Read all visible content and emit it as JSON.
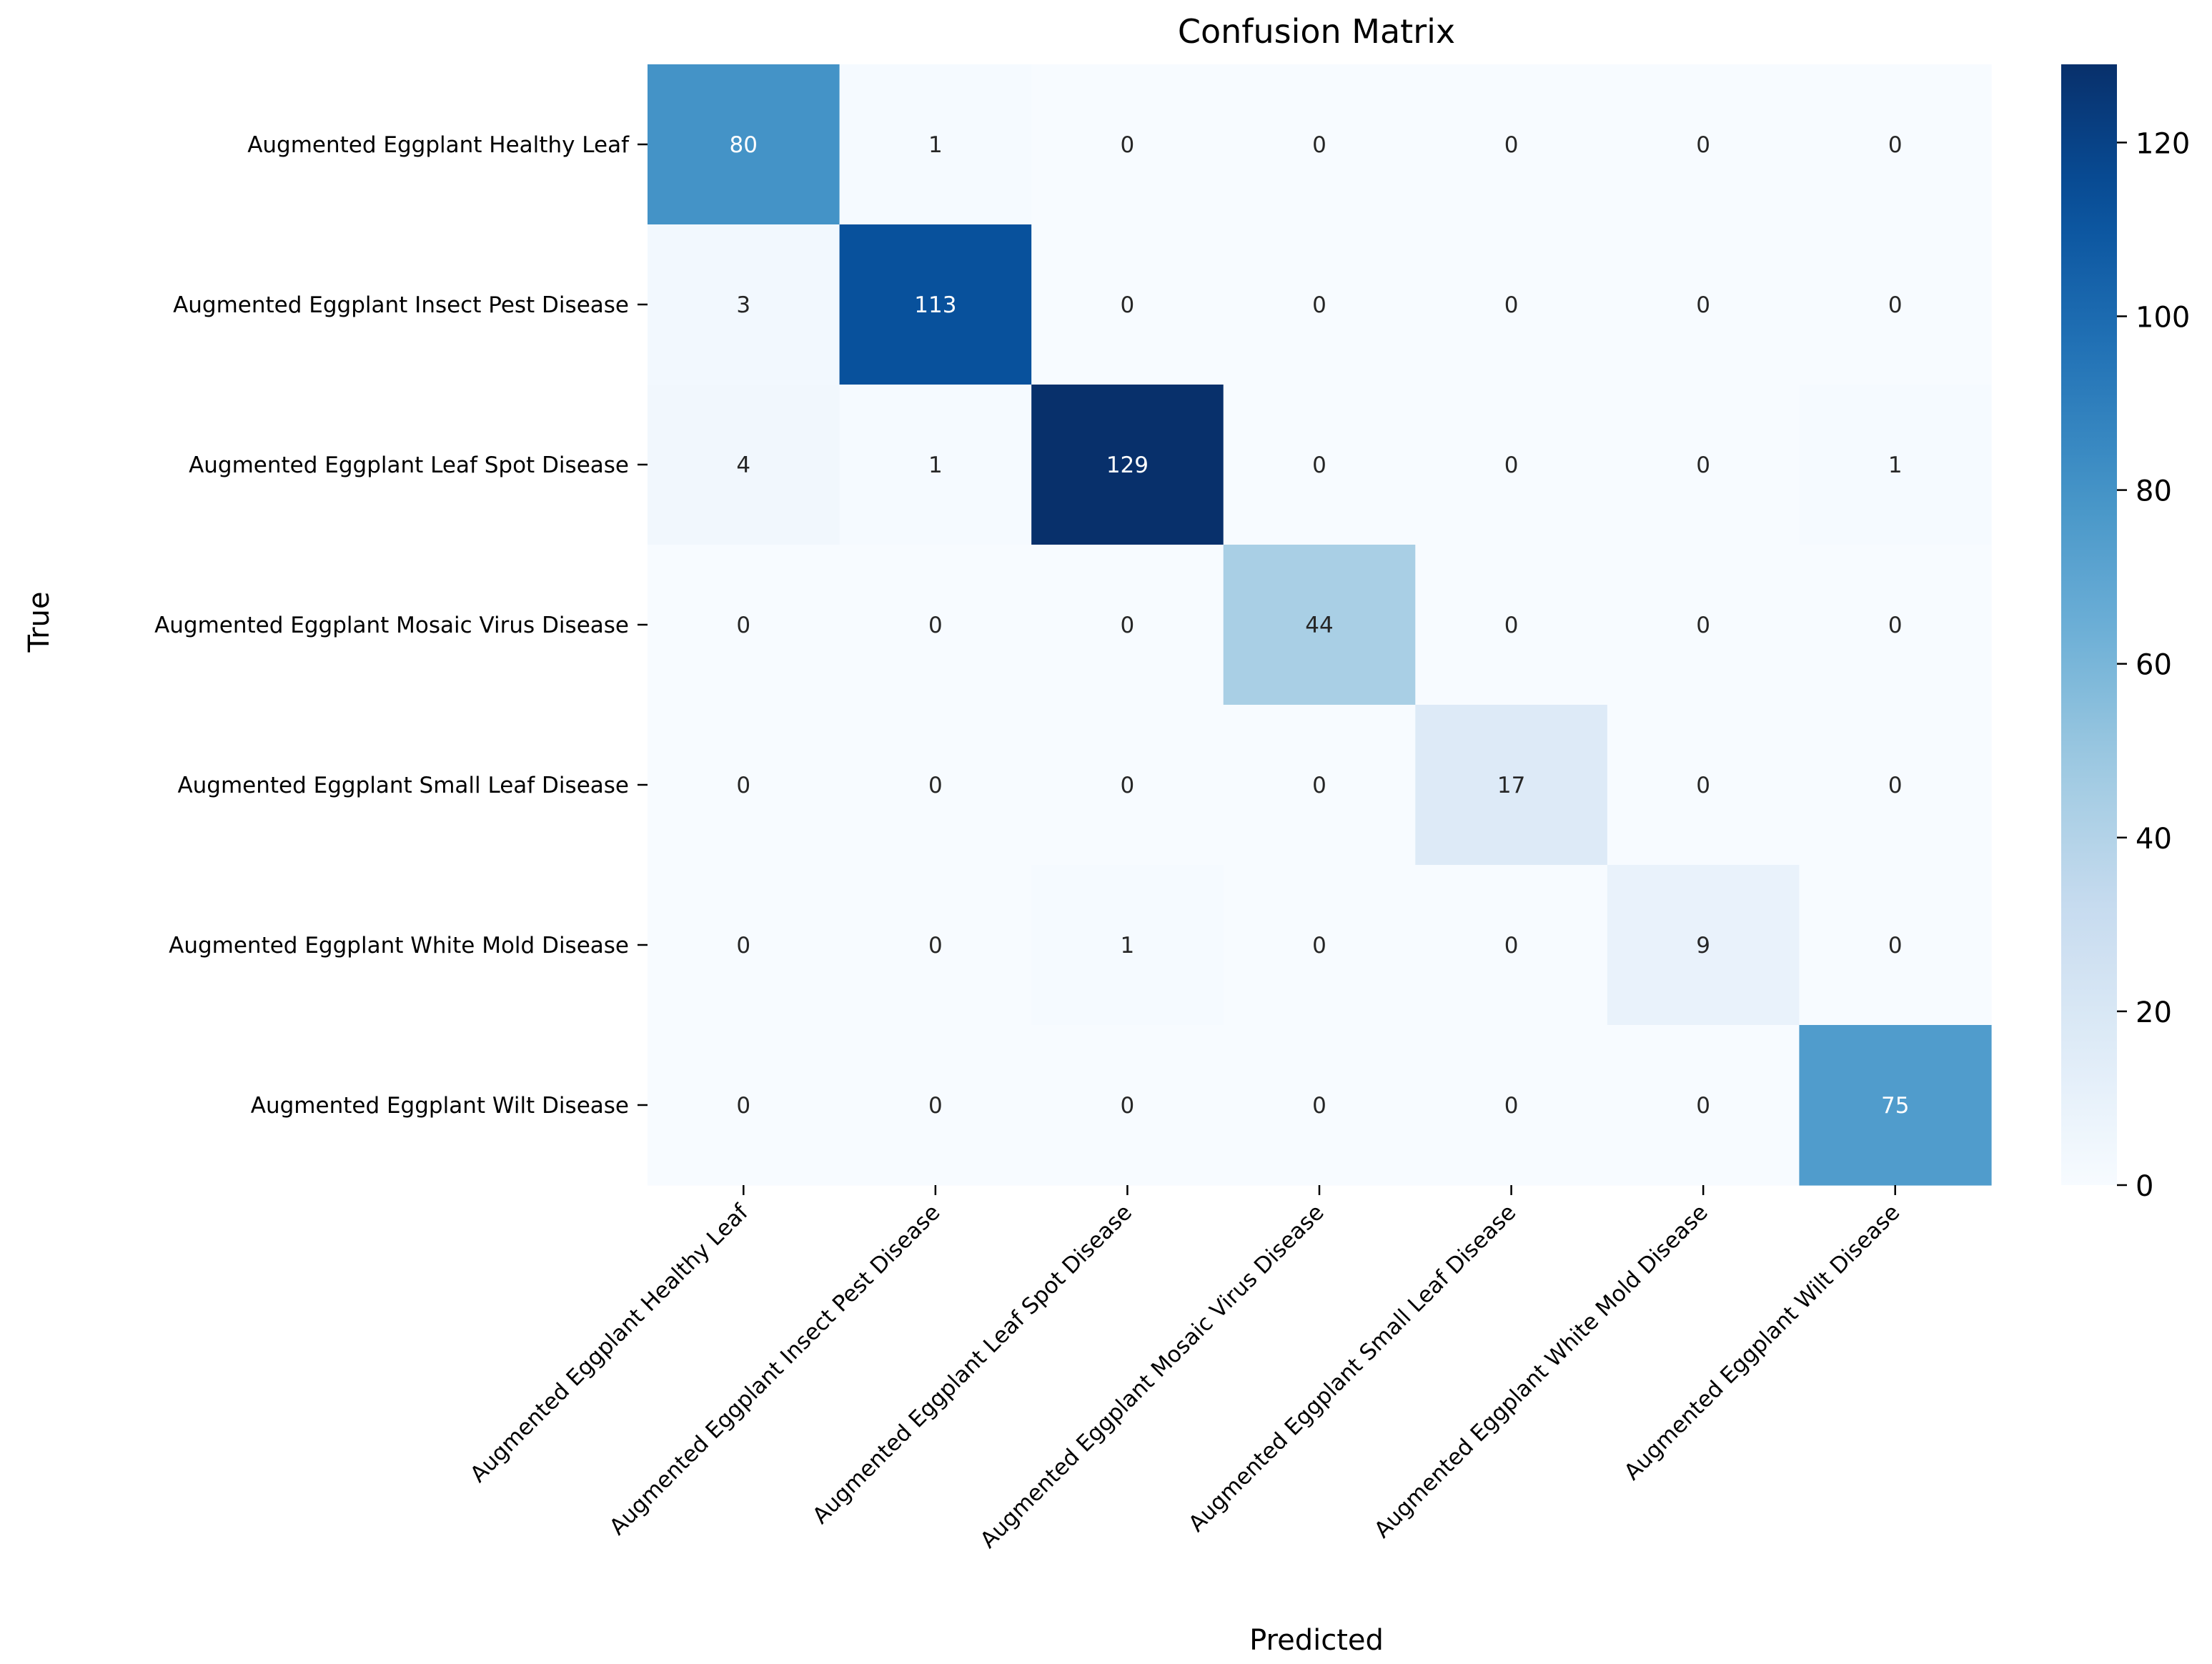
{
  "chart_data": {
    "type": "heatmap",
    "title": "Confusion Matrix",
    "xlabel": "Predicted",
    "ylabel": "True",
    "x_categories": [
      "Augmented Eggplant Healthy Leaf",
      "Augmented Eggplant Insect Pest Disease",
      "Augmented Eggplant Leaf Spot Disease",
      "Augmented Eggplant Mosaic Virus Disease",
      "Augmented Eggplant Small Leaf Disease",
      "Augmented Eggplant White Mold Disease",
      "Augmented Eggplant Wilt Disease"
    ],
    "y_categories": [
      "Augmented Eggplant Healthy Leaf",
      "Augmented Eggplant Insect Pest Disease",
      "Augmented Eggplant Leaf Spot Disease",
      "Augmented Eggplant Mosaic Virus Disease",
      "Augmented Eggplant Small Leaf Disease",
      "Augmented Eggplant White Mold Disease",
      "Augmented Eggplant Wilt Disease"
    ],
    "matrix": [
      [
        80,
        1,
        0,
        0,
        0,
        0,
        0
      ],
      [
        3,
        113,
        0,
        0,
        0,
        0,
        0
      ],
      [
        4,
        1,
        129,
        0,
        0,
        0,
        1
      ],
      [
        0,
        0,
        0,
        44,
        0,
        0,
        0
      ],
      [
        0,
        0,
        0,
        0,
        17,
        0,
        0
      ],
      [
        0,
        0,
        1,
        0,
        0,
        9,
        0
      ],
      [
        0,
        0,
        0,
        0,
        0,
        0,
        75
      ]
    ],
    "colorscale": "Blues",
    "colorbar": {
      "min": 0,
      "max": 129,
      "ticks": [
        0,
        20,
        40,
        60,
        80,
        100,
        120
      ]
    },
    "grid": false
  }
}
